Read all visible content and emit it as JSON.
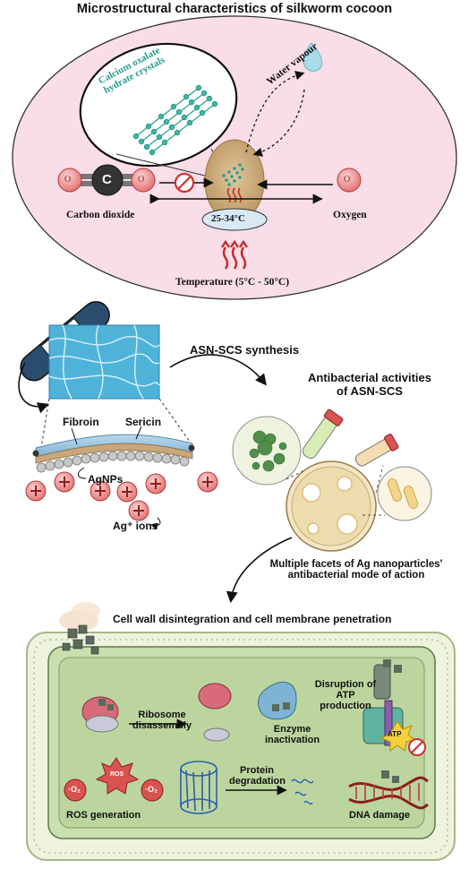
{
  "section1": {
    "title": "Microstructural characteristics of silkworm cocoon",
    "crystal_label_line1": "Calcium oxalate",
    "crystal_label_line2": "hydrate crystals",
    "water_vapour": "Water vapour",
    "co2_atom_left": "O",
    "co2_atom_center": "C",
    "co2_atom_right": "O",
    "oxygen_atom": "O",
    "carbon_dioxide": "Carbon dioxide",
    "oxygen": "Oxygen",
    "cocoon_temp": "25-34°C",
    "temperature_range": "Temperature (5°C - 50°C)"
  },
  "section2": {
    "synthesis": "ASN-SCS synthesis",
    "antibacterial_line1": "Antibacterial activities",
    "antibacterial_line2": "of ASN-SCS",
    "fibroin": "Fibroin",
    "sericin": "Sericin",
    "agnps": "AgNPs",
    "ag_ions": "Ag⁺ ions"
  },
  "section3": {
    "facets_line1": "Multiple facets of Ag nanoparticles'",
    "facets_line2": "antibacterial mode of action",
    "cell_wall": "Cell wall disintegration and cell membrane penetration",
    "ribosome_line1": "Ribosome",
    "ribosome_line2": "disassembly",
    "enzyme_line1": "Enzyme",
    "enzyme_line2": "inactivation",
    "atp_line1": "Disruption of",
    "atp_line2": "ATP",
    "atp_line3": "production",
    "atp_badge": "ATP",
    "ros_generation": "ROS generation",
    "ros_badge": "ROS",
    "o2_left": "·O₂",
    "o2_right": "·O₂",
    "protein_line1": "Protein",
    "protein_line2": "degradation",
    "dna_damage": "DNA damage"
  },
  "colors": {
    "ellipse_fill": "#f9dde8",
    "teal": "#2a9d8f",
    "atom_red": "#e57373",
    "silver": "#b8b8b8",
    "cell_green": "#c9dfb0",
    "fiber_blue": "#4fb3d9"
  }
}
